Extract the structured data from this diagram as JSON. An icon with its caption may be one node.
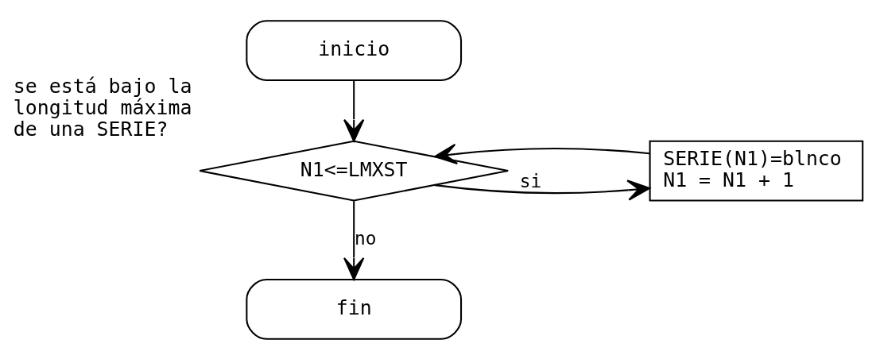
{
  "diagram": {
    "nodes": [
      {
        "text": [
          "inicio"
        ]
      },
      {
        "text": [
          "N1<=LMXST"
        ],
        "beside": [
          "se está bajo la longitud máxima de una SERIE?"
        ]
      },
      {
        "text": [
          "SERIE(N1)=blnco",
          "N1 = N1 + 1"
        ]
      },
      {
        "text": [
          "fin"
        ]
      }
    ],
    "edges": [
      {
        "from": 0,
        "to": 1,
        "arrow": "to"
      },
      {
        "from": 1,
        "to": 2,
        "arrow": "to",
        "label": "si"
      },
      {
        "from": 2,
        "to": 1,
        "arrow": "to"
      },
      {
        "from": 1,
        "to": 3,
        "arrow": "to",
        "label": "no"
      }
    ]
  }
}
